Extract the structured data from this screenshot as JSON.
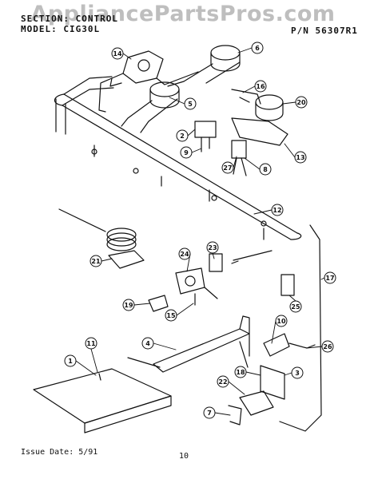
{
  "header": {
    "section_label": "SECTION: CONTROL",
    "model_label": "MODEL: CIG30L",
    "part_number": "P/N 56307R1",
    "watermark": "AppliancePartsPros.com"
  },
  "callouts": [
    "1",
    "2",
    "3",
    "4",
    "5",
    "6",
    "7",
    "8",
    "9",
    "10",
    "11",
    "12",
    "13",
    "14",
    "15",
    "16",
    "17",
    "18",
    "19",
    "20",
    "21",
    "22",
    "23",
    "24",
    "25",
    "26",
    "27"
  ],
  "footer": {
    "issue_date": "Issue Date: 5/91",
    "page_number": "10"
  },
  "colors": {
    "ink": "#111111",
    "watermark": "#8a8a8a",
    "paper": "#ffffff"
  }
}
